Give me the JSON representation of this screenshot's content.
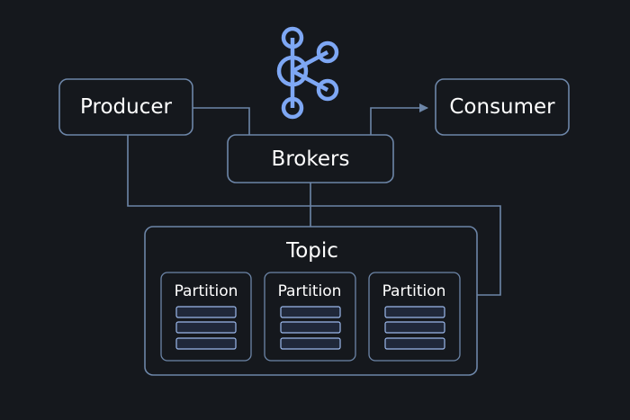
{
  "colors": {
    "background": "#15181d",
    "box_stroke": "#6d86a8",
    "logo_accent": "#7ea7f4",
    "slot_fill": "#20283a",
    "slot_stroke": "#9cb9ec",
    "text": "#ffffff"
  },
  "logo": {
    "icon": "kafka-logo-icon"
  },
  "nodes": {
    "producer": "Producer",
    "consumer": "Consumer",
    "brokers": "Brokers",
    "topic": "Topic"
  },
  "partitions": [
    {
      "label": "Partition",
      "records": 3
    },
    {
      "label": "Partition",
      "records": 3
    },
    {
      "label": "Partition",
      "records": 3
    }
  ]
}
